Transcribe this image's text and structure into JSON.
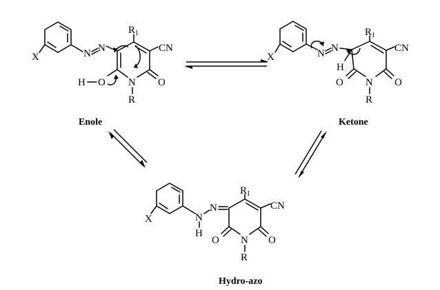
{
  "atoms": {
    "x": "X",
    "n": "N",
    "h": "H",
    "o": "O",
    "r": "R",
    "r_base": "R",
    "r_sub": "1",
    "cn": "CN"
  },
  "labels": {
    "enole": "Enole",
    "ketone": "Ketone",
    "hydro_azo": "Hydro-azo"
  }
}
